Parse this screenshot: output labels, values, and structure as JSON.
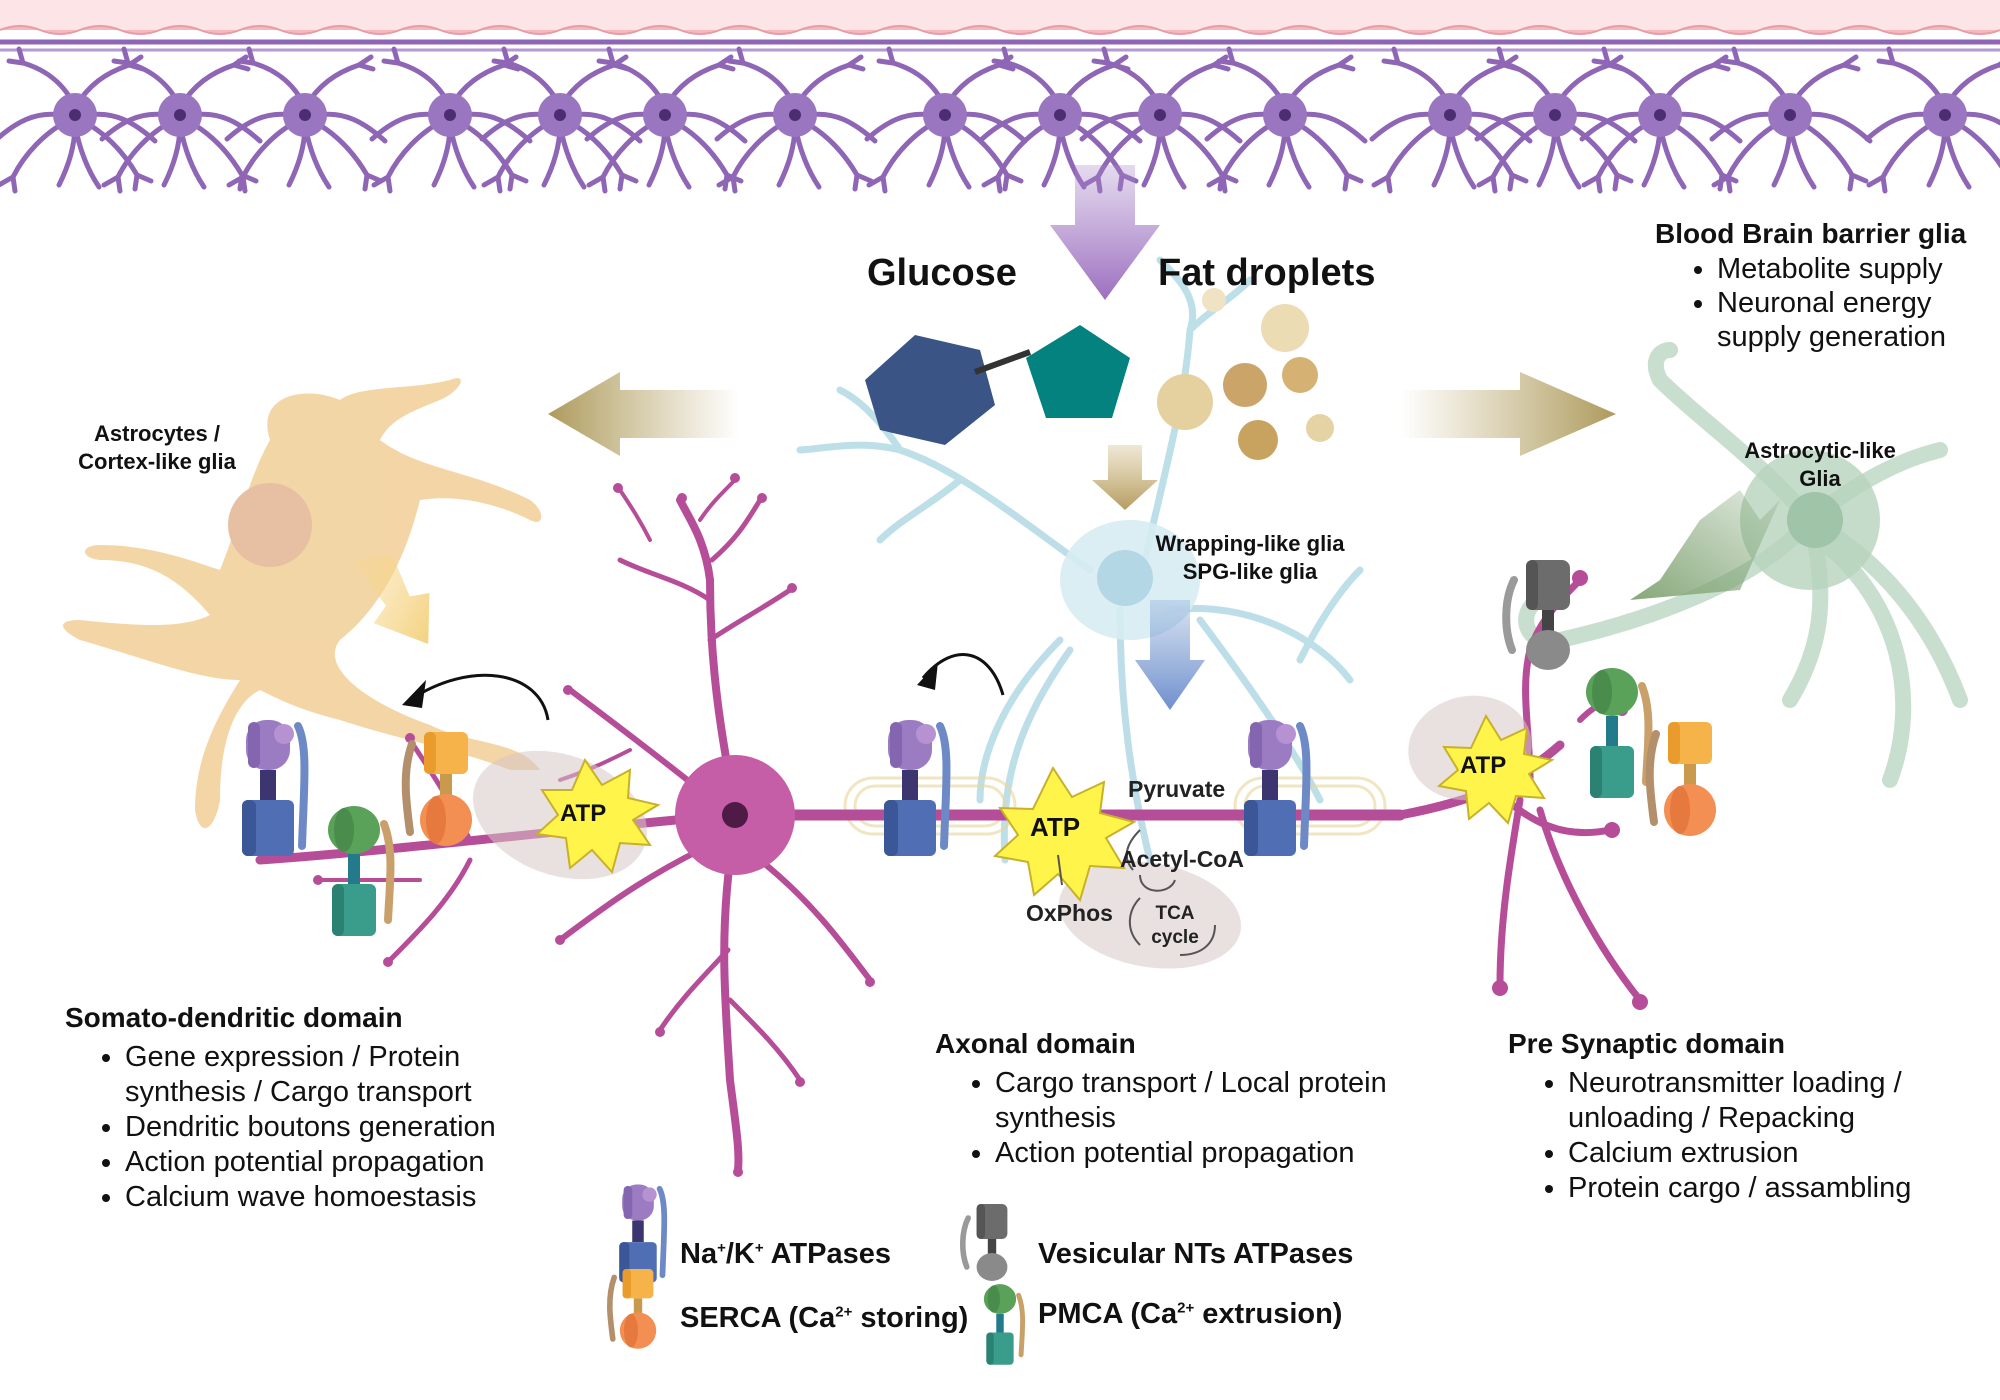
{
  "top_labels": {
    "glucose": "Glucose",
    "fat_droplets": "Fat droplets"
  },
  "glia": {
    "bbb_title": "Blood Brain barrier glia",
    "bbb_items": [
      "Metabolite supply",
      "Neuronal energy supply generation"
    ],
    "astrocytes_line1": "Astrocytes /",
    "astrocytes_line2": "Cortex-like glia",
    "wrapping_line1": "Wrapping-like glia",
    "wrapping_line2": "SPG-like glia",
    "astrocytic_line1": "Astrocytic-like",
    "astrocytic_line2": "Glia"
  },
  "metabolism": {
    "atp": "ATP",
    "pyruvate": "Pyruvate",
    "acetyl_coa": "Acetyl-CoA",
    "oxphos": "OxPhos",
    "tca_line1": "TCA",
    "tca_line2": "cycle"
  },
  "domains": {
    "somato": {
      "title": "Somato-dendritic domain",
      "items": [
        "Gene expression / Protein synthesis / Cargo transport",
        "Dendritic boutons generation",
        "Action potential propagation",
        "Calcium wave homoestasis"
      ]
    },
    "axonal": {
      "title": "Axonal domain",
      "items": [
        "Cargo transport / Local protein synthesis",
        "Action potential propagation"
      ]
    },
    "presynaptic": {
      "title": "Pre Synaptic domain",
      "items": [
        "Neurotransmitter loading  / unloading / Repacking",
        "Calcium extrusion",
        "Protein cargo / assambling"
      ]
    }
  },
  "legend": {
    "na_k": {
      "pre": "Na",
      "sup1": "+",
      "mid": "/K",
      "sup2": "+",
      "post": " ATPases"
    },
    "serca": {
      "pre": "SERCA (Ca",
      "sup": "2+",
      "post": " storing)"
    },
    "vesicular": "Vesicular NTs ATPases",
    "pmca": {
      "pre": "PMCA (Ca",
      "sup": "2+",
      "post": " extrusion)"
    }
  },
  "colors": {
    "barrier_pink": "#fde4e6",
    "astrocyte_purple": "#8e66b5",
    "neuron_magenta": "#b64d98",
    "glucose_blue": "#3b5486",
    "fat_teal": "#03827f",
    "astro_orange": "#f2cf97",
    "wrap_blue": "#b6dbe6",
    "astro_green": "#b6d3bd",
    "atp_yellow": "#fff54a"
  }
}
